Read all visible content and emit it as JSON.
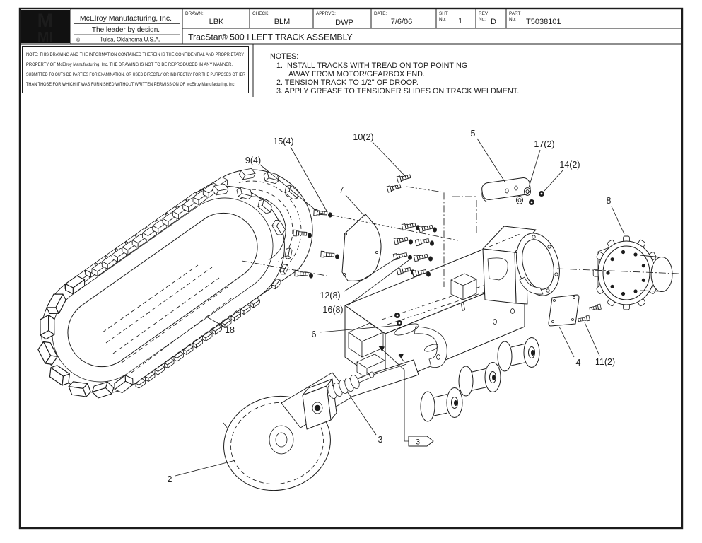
{
  "header": {
    "logo": {
      "top": "M",
      "bottom": "MI"
    },
    "company_name": "McElroy Manufacturing, Inc.",
    "tagline": "The leader by design.",
    "copyright": "©",
    "location": "Tulsa, Oklahoma U.S.A.",
    "fields": [
      {
        "label": "DRAWN:",
        "sublabel": "",
        "value": "LBK"
      },
      {
        "label": "CHECK:",
        "sublabel": "",
        "value": "BLM"
      },
      {
        "label": "APPRVD:",
        "sublabel": "",
        "value": "DWP"
      },
      {
        "label": "DATE:",
        "sublabel": "",
        "value": "7/6/06"
      },
      {
        "label": "SHT",
        "sublabel": "No:",
        "value": "1"
      },
      {
        "label": "REV",
        "sublabel": "No:",
        "value": "D"
      },
      {
        "label": "PART",
        "sublabel": "No:",
        "value": "T5038101"
      }
    ],
    "drawing_title": "TracStar® 500 I LEFT TRACK ASSEMBLY"
  },
  "confidential_note": {
    "line1": "NOTE: THIS DRAWING AND THE INFORMATION CONTAINED THEREIN IS THE CONFIDENTIAL AND PROPRIETARY",
    "line2": "PROPERTY OF McElroy Manufacturing, Inc. THE DRAWING IS NOT TO BE REPRODUCED IN ANY MANNER,",
    "line3": "SUBMITTED TO OUTSIDE PARTIES FOR EXAMINATION, OR USED DIRECTLY OR INDIRECTLY FOR THE PURPOSES OTHER",
    "line4": "THAN THOSE FOR WHICH IT WAS FURNISHED WITHOUT WRITTEN PERMISSION OF McElroy Manufacturing, Inc."
  },
  "notes": {
    "heading": "NOTES:",
    "item1_line1": "1. INSTALL TRACKS WITH TREAD ON TOP POINTING",
    "item1_line2": "AWAY FROM MOTOR/GEARBOX END.",
    "item2": "2. TENSION TRACK TO 1/2\" OF DROOP.",
    "item3": "3. APPLY GREASE TO TENSIONER SLIDES ON TRACK WELDMENT."
  },
  "part_labels": {
    "idler_wheel": "2",
    "tensioner": "3",
    "small_plate": "4",
    "pad": "5",
    "track_weldment": "6",
    "cover_plate": "7",
    "sprocket": "8",
    "bolts_9": "9(4)",
    "bolts_10": "10(2)",
    "screws_11": "11(2)",
    "bolts_12": "12(8)",
    "nuts_14": "14(2)",
    "washers_15": "15(4)",
    "washers_16": "16(8)",
    "washers_17": "17(2)",
    "track": "18"
  },
  "note_flag": {
    "value": "3"
  },
  "colors": {
    "ink": "#1c1c1c",
    "paper": "#ffffff"
  }
}
